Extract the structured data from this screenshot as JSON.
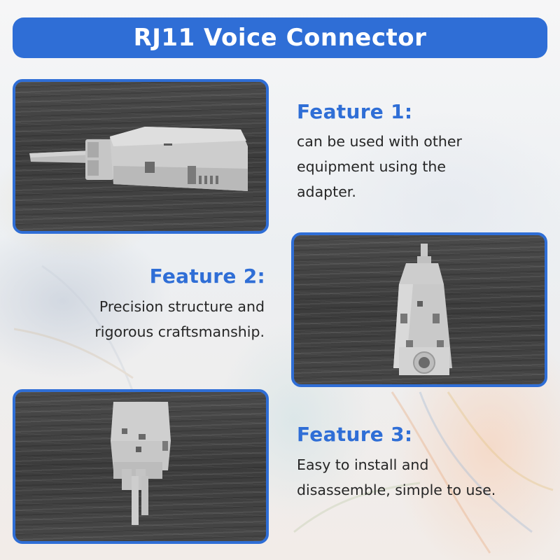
{
  "title": "RJ11 Voice Connector",
  "colors": {
    "accent": "#2f6ed6",
    "text": "#262626",
    "title_text": "#ffffff",
    "wood": "#424242",
    "connector": "#cfcfcf"
  },
  "features": [
    {
      "heading": "Feature 1:",
      "lines": [
        "can be used with other",
        "equipment using the",
        "adapter."
      ]
    },
    {
      "heading": "Feature 2:",
      "lines": [
        "Precision structure and",
        "rigorous craftsmanship."
      ]
    },
    {
      "heading": "Feature 3:",
      "lines": [
        "Easy to install and",
        "disassemble, simple to use."
      ]
    }
  ],
  "photos": [
    {
      "content": "connector-side-view"
    },
    {
      "content": "connector-front-view"
    },
    {
      "content": "connector-top-view"
    }
  ]
}
